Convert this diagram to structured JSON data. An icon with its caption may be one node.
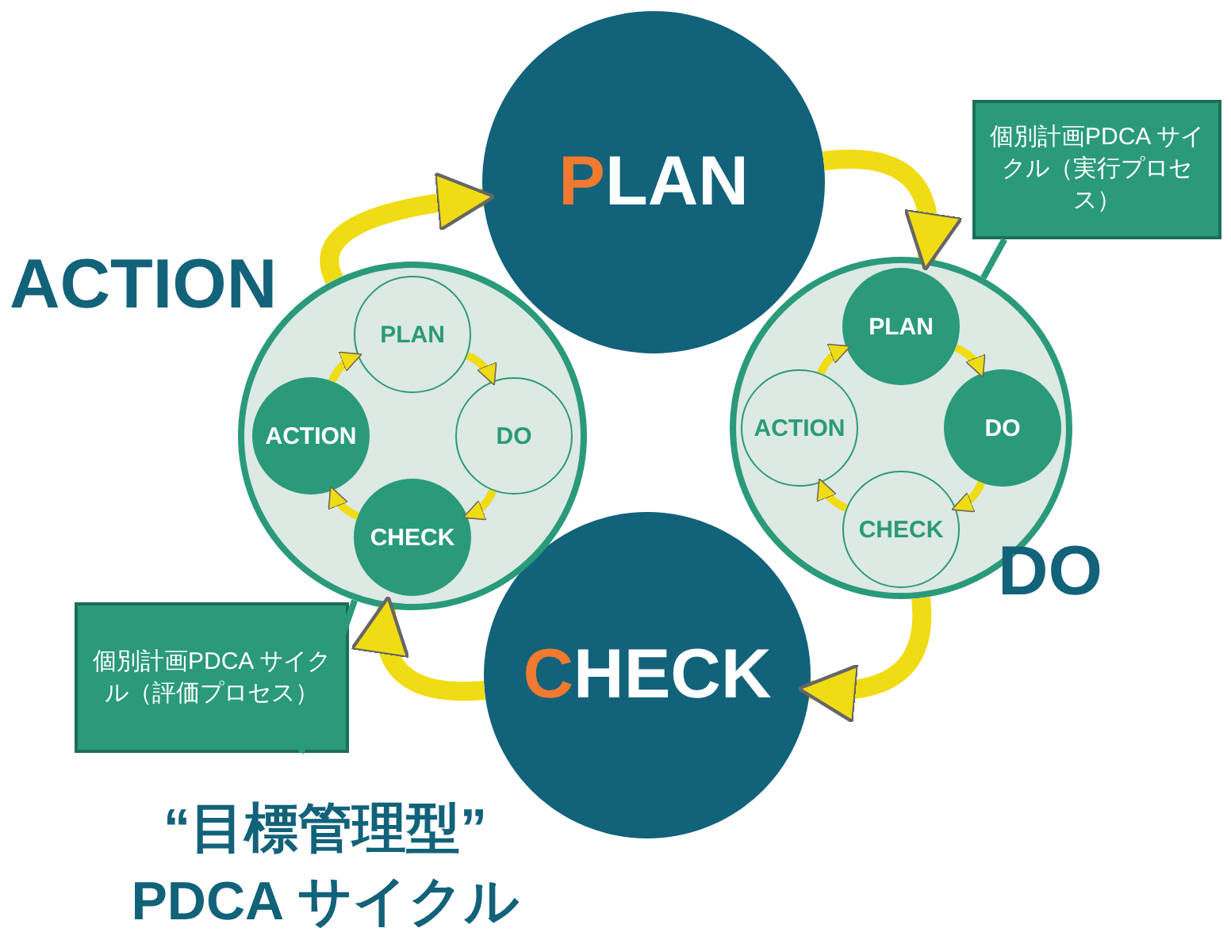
{
  "diagram": {
    "title": "“目標管理型” PDCA サイクル",
    "nodes": [
      {
        "text": [
          "PLAN"
        ]
      },
      {
        "text": [
          "DO"
        ]
      },
      {
        "text": [
          "PLAN"
        ],
        "in": 1
      },
      {
        "text": [
          "DO"
        ],
        "in": 1
      },
      {
        "text": [
          "CHECK"
        ],
        "in": 1
      },
      {
        "text": [
          "ACTION"
        ],
        "in": 1
      },
      {
        "text": [
          "CHECK"
        ]
      },
      {
        "text": [
          "ACTION"
        ]
      },
      {
        "text": [
          "PLAN"
        ],
        "in": 7
      },
      {
        "text": [
          "DO"
        ],
        "in": 7
      },
      {
        "text": [
          "CHECK"
        ],
        "in": 7
      },
      {
        "text": [
          "ACTION"
        ],
        "in": 7
      },
      {
        "text": [
          "個別計画PDCA サイクル（実行プロセス）"
        ]
      },
      {
        "text": [
          "個別計画PDCA サイクル（評価プロセス）"
        ]
      }
    ],
    "edges": [
      {
        "from": 0,
        "to": 1,
        "arrow": "to",
        "style": "thick"
      },
      {
        "from": 1,
        "to": 6,
        "arrow": "to",
        "style": "thick"
      },
      {
        "from": 6,
        "to": 7,
        "arrow": "to",
        "style": "thick"
      },
      {
        "from": 7,
        "to": 0,
        "arrow": "to",
        "style": "thick"
      },
      {
        "from": 2,
        "to": 3,
        "arrow": "to"
      },
      {
        "from": 3,
        "to": 4,
        "arrow": "to"
      },
      {
        "from": 4,
        "to": 5,
        "arrow": "to"
      },
      {
        "from": 5,
        "to": 2,
        "arrow": "to"
      },
      {
        "from": 8,
        "to": 9,
        "arrow": "to"
      },
      {
        "from": 9,
        "to": 10,
        "arrow": "to"
      },
      {
        "from": 10,
        "to": 11,
        "arrow": "to"
      },
      {
        "from": 11,
        "to": 8,
        "arrow": "to"
      },
      {
        "from": 12,
        "to": 1,
        "arrow": "none",
        "color": "#2a9a7a"
      },
      {
        "from": 13,
        "to": 7,
        "arrow": "none",
        "color": "#2a9a7a"
      }
    ]
  }
}
